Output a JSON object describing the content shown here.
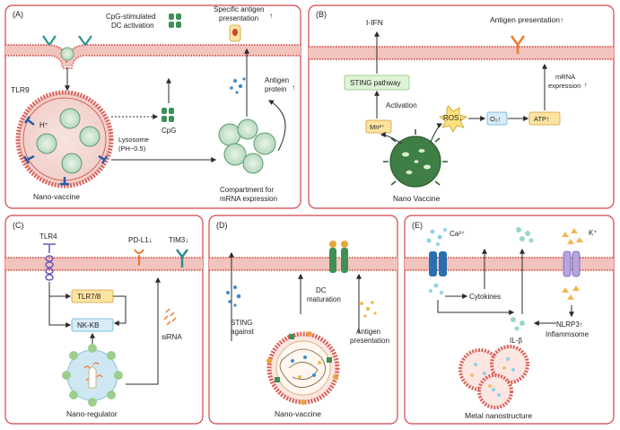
{
  "panels": {
    "a": {
      "tag": "(A)",
      "cpg_stim_line1": "CpG-stimulated",
      "cpg_stim_line2": "DC activation",
      "specific_line1": "Specific antigen",
      "specific_line2": "presentation",
      "specific_arrow": "↑",
      "tlr9": "TLR9",
      "h_plus": "H⁺",
      "cpg": "CpG",
      "lysosome_line1": "Lysosome",
      "lysosome_line2": "(PH~0.5)",
      "antigen_line1": "Antigen",
      "antigen_line2": "protein",
      "antigen_arrow": "↑",
      "nano_vaccine": "Nano-vaccine",
      "compartment_line1": "Compartment for",
      "compartment_line2": "mRNA expression"
    },
    "b": {
      "tag": "(B)",
      "ifn": "I-IFN",
      "antigen_presentation": "Antigen presentation↑",
      "sting_pathway": "STING pathway",
      "activation": "Activation",
      "mrna_line1": "mRNA",
      "mrna_line2": "expression",
      "mrna_arrow": "↑",
      "mn": "Mn²⁺",
      "ros": "ROS↓",
      "o2": "O₂↑",
      "atp": "ATP↑",
      "nano_vaccine": "Nano Vaccine"
    },
    "c": {
      "tag": "(C)",
      "tlr4": "TLR4",
      "pdl1": "PD-L1↓",
      "tim3": "TIM3↓",
      "tlr78": "TLR7/8",
      "nfkb": "NK-KB",
      "sirna": "siRNA",
      "nano_regulator": "Nano-regulator"
    },
    "d": {
      "tag": "(D)",
      "dc_line1": "DC",
      "dc_line2": "maturation",
      "sting_line1": "STING",
      "sting_line2": "against",
      "antigen_line1": "Antigen",
      "antigen_line2": "presentation",
      "nano_vaccine": "Nano-vaccine"
    },
    "e": {
      "tag": "(E)",
      "ca": "Ca²⁺",
      "k": "K⁺",
      "cytokines": "Cytokines",
      "il": "IL-β",
      "nlrp3": "NLRP3↑",
      "inflammsome": "Inflammsome",
      "metal": "Metal nanostructure"
    }
  },
  "colors": {
    "panel_border": "#d0464a",
    "membrane": "#d9625c",
    "membrane_fill": "#f2c4bd",
    "arrow": "#2b2b2b",
    "cpg_green": "#3f8f56",
    "antigen_blue": "#3f8cc9",
    "box_green": "#dff3d6",
    "box_yellow": "#fde4a0",
    "box_blue": "#d6ecf7",
    "receptor_teal": "#2f8f8f",
    "receptor_blue": "#2a5da8",
    "receptor_purple": "#6e58b8",
    "receptor_orange": "#ef7b2f"
  }
}
